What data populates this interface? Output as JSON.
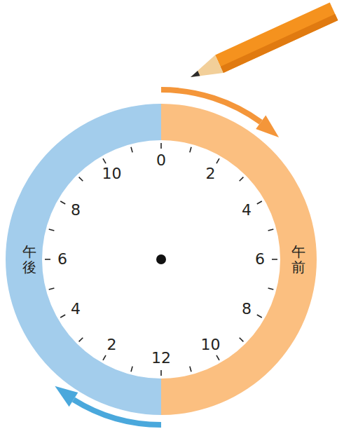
{
  "diagram": {
    "nodes": [
      {
        "text": [
          "午後"
        ]
      },
      {
        "text": [
          "午前"
        ]
      }
    ],
    "labels": [
      "0",
      "2",
      "4",
      "6",
      "8",
      "10",
      "12",
      "2",
      "4",
      "6",
      "8",
      "10"
    ]
  }
}
